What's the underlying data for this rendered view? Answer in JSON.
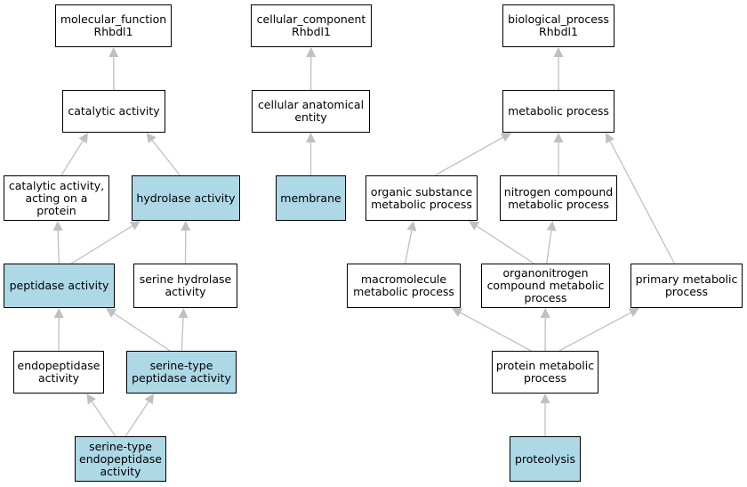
{
  "colors": {
    "highlight": "#add8e6",
    "node_fill": "#ffffff",
    "border": "#000000",
    "edge": "#c0c0c0"
  },
  "nodes": {
    "mf": {
      "text": "molecular_function\nRhbdl1",
      "highlighted": false
    },
    "cc": {
      "text": "cellular_component\nRhbdl1",
      "highlighted": false
    },
    "bp": {
      "text": "biological_process\nRhbdl1",
      "highlighted": false
    },
    "cat": {
      "text": "catalytic activity",
      "highlighted": false
    },
    "cae": {
      "text": "cellular anatomical\nentity",
      "highlighted": false
    },
    "met": {
      "text": "metabolic process",
      "highlighted": false
    },
    "cap": {
      "text": "catalytic activity,\nacting on a\nprotein",
      "highlighted": false
    },
    "hyd": {
      "text": "hydrolase activity",
      "highlighted": true
    },
    "mem": {
      "text": "membrane",
      "highlighted": true
    },
    "osm": {
      "text": "organic substance\nmetabolic process",
      "highlighted": false
    },
    "ncm": {
      "text": "nitrogen compound\nmetabolic process",
      "highlighted": false
    },
    "pep": {
      "text": "peptidase activity",
      "highlighted": true
    },
    "shy": {
      "text": "serine hydrolase\nactivity",
      "highlighted": false
    },
    "mmp": {
      "text": "macromolecule\nmetabolic process",
      "highlighted": false
    },
    "onm": {
      "text": "organonitrogen\ncompound metabolic\nprocess",
      "highlighted": false
    },
    "pmp": {
      "text": "primary metabolic\nprocess",
      "highlighted": false
    },
    "end": {
      "text": "endopeptidase\nactivity",
      "highlighted": false
    },
    "stp": {
      "text": "serine-type\npeptidase activity",
      "highlighted": true
    },
    "prm": {
      "text": "protein metabolic\nprocess",
      "highlighted": false
    },
    "ste": {
      "text": "serine-type\nendopeptidase\nactivity",
      "highlighted": true
    },
    "pro": {
      "text": "proteolysis",
      "highlighted": true
    }
  },
  "edges": [
    [
      "cat",
      "mf"
    ],
    [
      "cae",
      "cc"
    ],
    [
      "met",
      "bp"
    ],
    [
      "cap",
      "cat"
    ],
    [
      "hyd",
      "cat"
    ],
    [
      "mem",
      "cae"
    ],
    [
      "osm",
      "met"
    ],
    [
      "ncm",
      "met"
    ],
    [
      "pmp",
      "met"
    ],
    [
      "pep",
      "cap"
    ],
    [
      "pep",
      "hyd"
    ],
    [
      "shy",
      "hyd"
    ],
    [
      "mmp",
      "osm"
    ],
    [
      "onm",
      "osm"
    ],
    [
      "onm",
      "ncm"
    ],
    [
      "end",
      "pep"
    ],
    [
      "stp",
      "pep"
    ],
    [
      "stp",
      "shy"
    ],
    [
      "prm",
      "mmp"
    ],
    [
      "prm",
      "onm"
    ],
    [
      "prm",
      "pmp"
    ],
    [
      "ste",
      "end"
    ],
    [
      "ste",
      "stp"
    ],
    [
      "pro",
      "prm"
    ]
  ]
}
